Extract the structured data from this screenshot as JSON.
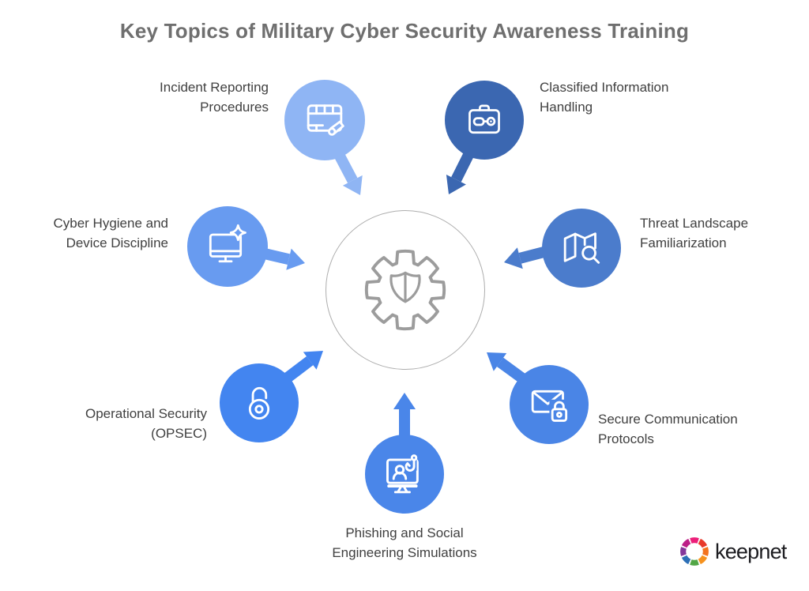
{
  "title": "Key Topics of Military Cyber Security Awareness Training",
  "hub": {
    "icon": "gear-shield-icon"
  },
  "topics": [
    {
      "label": "Incident Reporting Procedures",
      "icon": "report-table-megaphone-icon",
      "color": "#8FB5F4"
    },
    {
      "label": "Classified Information Handling",
      "icon": "briefcase-key-icon",
      "color": "#3B67B1"
    },
    {
      "label": "Cyber Hygiene and Device Discipline",
      "icon": "monitor-sparkle-icon",
      "color": "#689BF0"
    },
    {
      "label": "Threat Landscape Familiarization",
      "icon": "map-magnifier-icon",
      "color": "#4B7CCC"
    },
    {
      "label": "Operational Security (OPSEC)",
      "icon": "open-padlock-icon",
      "color": "#4385F0"
    },
    {
      "label": "Secure Communication Protocols",
      "icon": "envelope-padlock-icon",
      "color": "#4A85E6"
    },
    {
      "label": "Phishing and Social Engineering Simulations",
      "icon": "phishing-hook-monitor-icon",
      "color": "#4A86E9"
    }
  ],
  "logo": {
    "text": "keepnet",
    "colors": [
      "#EC1E79",
      "#E8392B",
      "#F3731F",
      "#F6921E",
      "#52A646",
      "#2C6FB6",
      "#84379A",
      "#BC1E87"
    ]
  }
}
